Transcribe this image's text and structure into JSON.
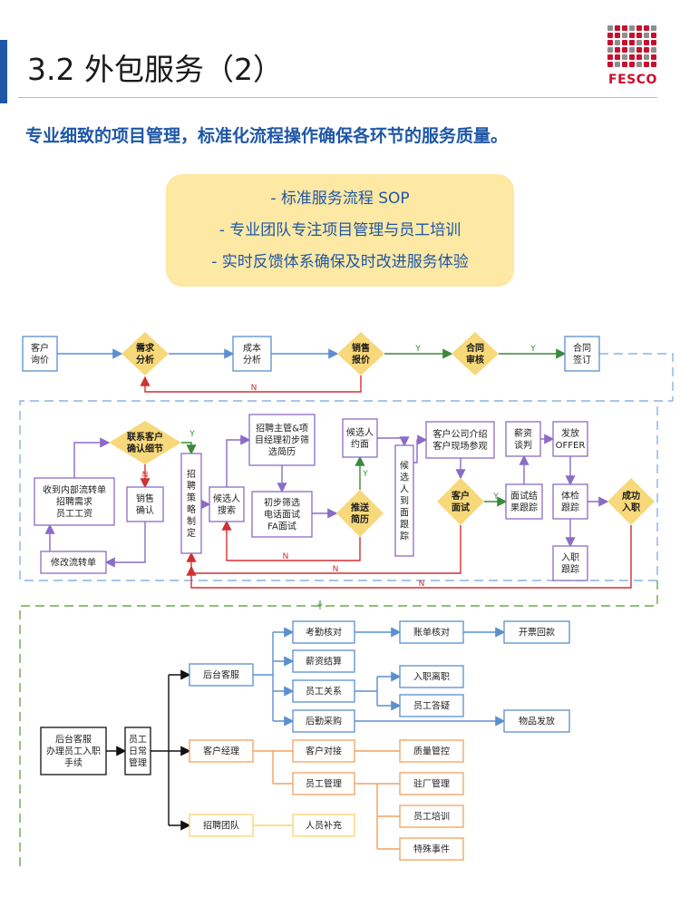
{
  "header": {
    "title": "3.2 外包服务（2）",
    "subtitle": "专业细致的项目管理，标准化流程操作确保各环节的服务质量。",
    "logo_text": "FESCO"
  },
  "highlights": [
    "- 标准服务流程 SOP",
    "- 专业团队专注项目管理与员工培训",
    "- 实时反馈体系确保及时改进服务体验"
  ],
  "colors": {
    "brand_blue": "#1f57a6",
    "logo_red": "#c8102e",
    "highlight_bg": "#fde8a4",
    "diamond": "#f7d87a",
    "box_blue": "#5b8fd0",
    "box_purple": "#8a6cc7",
    "box_orange": "#f0a060",
    "box_yellow": "#f3d66c",
    "arrow_green": "#3a8a3a",
    "arrow_red": "#d03030",
    "dash_blue": "#8ab4e0",
    "dash_green": "#6aa84f"
  },
  "sales_flow": {
    "customer_inquiry": "客户\n询价",
    "needs_analysis": "需求\n分析",
    "cost_analysis": "成本\n分析",
    "sales_quote": "销售\n报价",
    "contract_review": "合同\n审核",
    "contract_sign": "合同\n签订",
    "yes": "Y",
    "no": "N"
  },
  "recruit_flow": {
    "receive_transfer": "收到内部流转单\n招聘需求\n员工工资",
    "revise_transfer": "修改流转单",
    "contact_client": "联系客户\n确认细节",
    "sales_confirm": "销售\n确认",
    "strategy": "招\n聘\n策\n略\n制\n定",
    "candidate_search": "候选人\n搜索",
    "manager_screen": "招聘主管&项\n目经理初步筛\n选简历",
    "phone_interview": "初步筛选\n电话面试\nFA面试",
    "candidate_invite": "候选人\n约面",
    "recommend_resume": "推送\n简历",
    "on_site": "候\n选\n人\n到\n面\n跟\n踪",
    "client_intro": "客户公司介绍\n客户现场参观",
    "client_interview": "客户\n面试",
    "result_track": "面试结\n果跟踪",
    "salary_nego": "薪资\n谈判",
    "offer": "发放\nOFFER",
    "medical": "体检\n跟踪",
    "onboard_track": "入职\n跟踪",
    "success": "成功\n入职",
    "yes": "Y",
    "no": "N"
  },
  "service_flow": {
    "backoffice_onboard": "后台客服\n办理员工入职\n手续",
    "daily_mgmt": "员工\n日常\n管理",
    "backoffice": "后台客服",
    "account_manager": "客户经理",
    "recruit_team": "招聘团队",
    "attendance": "考勤核对",
    "payroll": "薪资结算",
    "relations": "员工关系",
    "logistics": "后勤采购",
    "bill_check": "账单核对",
    "invoice": "开票回款",
    "hire_leave": "入职离职",
    "qa": "员工答疑",
    "supplies": "物品发放",
    "client_contact": "客户对接",
    "staff_mgmt": "员工管理",
    "quality": "质量管控",
    "factory": "驻厂管理",
    "training": "员工培训",
    "special": "特殊事件",
    "staffing": "人员补充",
    "yes": "Y"
  }
}
